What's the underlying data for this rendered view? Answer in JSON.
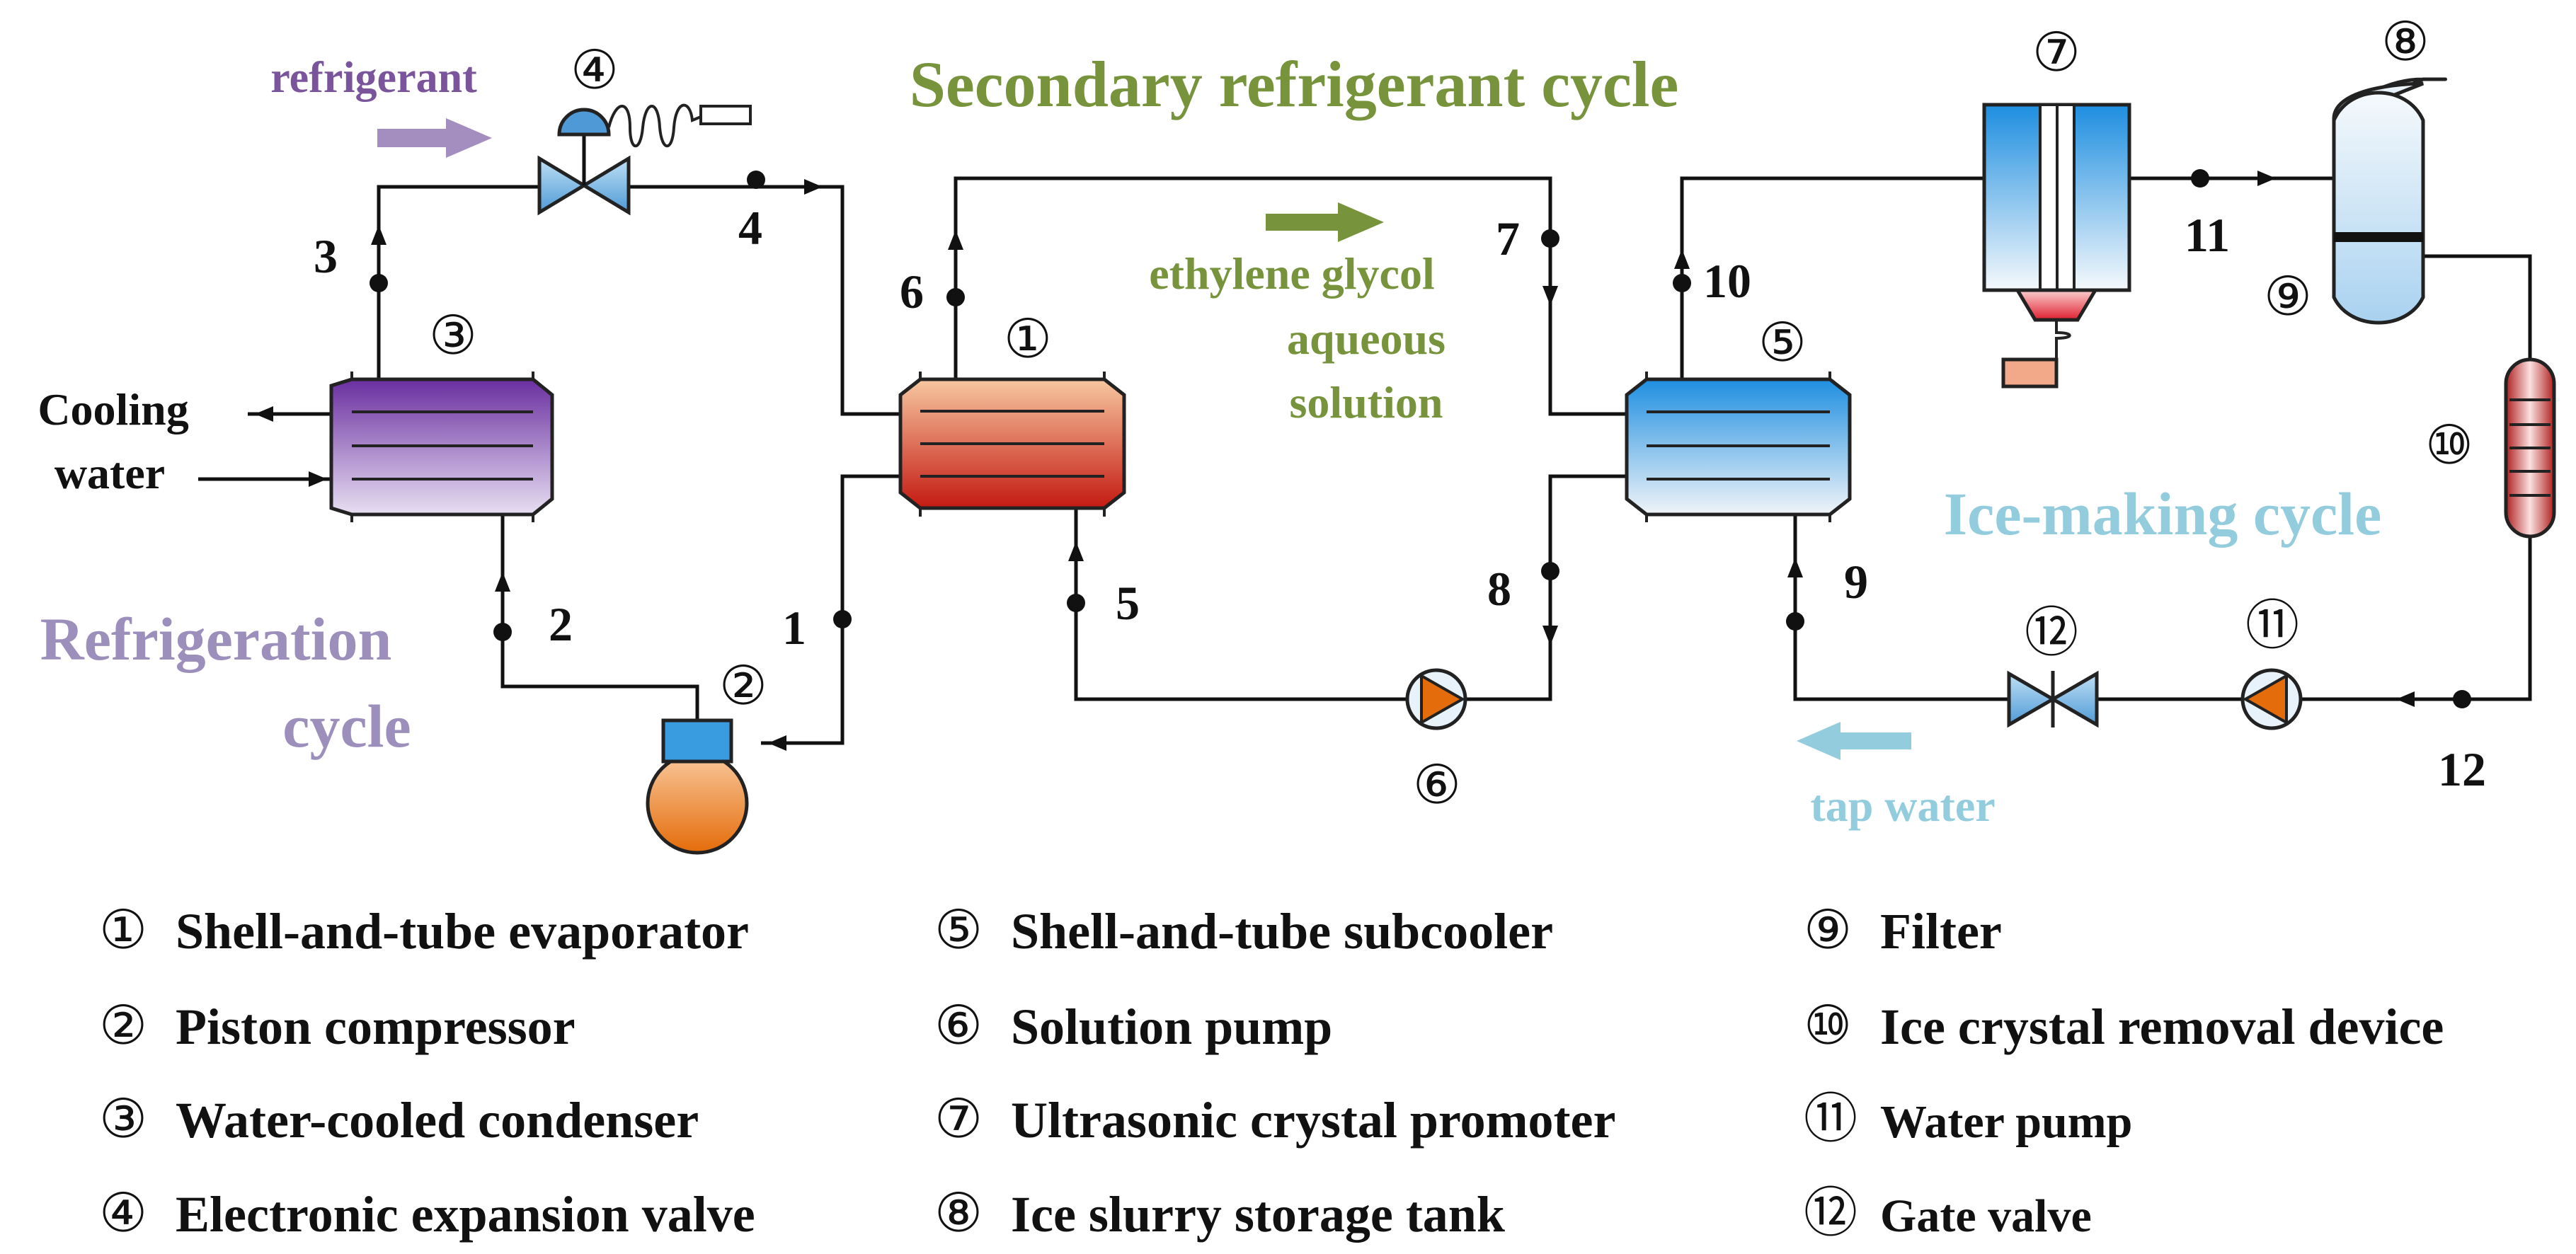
{
  "titles": {
    "secondary_cycle": "Secondary refrigerant cycle",
    "refrigeration_cycle_line1": "Refrigeration",
    "refrigeration_cycle_line2": "cycle",
    "ice_making_cycle": "Ice-making cycle"
  },
  "flow_labels": {
    "refrigerant": "refrigerant",
    "glycol_line1": "ethylene glycol",
    "glycol_line2": "aqueous",
    "glycol_line3": "solution",
    "tap_water": "tap water",
    "cooling_water_line1": "Cooling",
    "cooling_water_line2": "water"
  },
  "state_points": [
    "1",
    "2",
    "3",
    "4",
    "5",
    "6",
    "7",
    "8",
    "9",
    "10",
    "11",
    "12"
  ],
  "component_markers": [
    "①",
    "②",
    "③",
    "④",
    "⑤",
    "⑥",
    "⑦",
    "⑧",
    "⑨",
    "⑩",
    "⑪",
    "⑫"
  ],
  "legend": [
    {
      "num": "①",
      "text": "Shell-and-tube evaporator"
    },
    {
      "num": "②",
      "text": "Piston compressor"
    },
    {
      "num": "③",
      "text": "Water-cooled condenser"
    },
    {
      "num": "④",
      "text": "Electronic expansion valve"
    },
    {
      "num": "⑤",
      "text": "Shell-and-tube subcooler"
    },
    {
      "num": "⑥",
      "text": "Solution pump"
    },
    {
      "num": "⑦",
      "text": "Ultrasonic crystal promoter"
    },
    {
      "num": "⑧",
      "text": "Ice slurry storage tank"
    },
    {
      "num": "⑨",
      "text": "Filter"
    },
    {
      "num": "⑩",
      "text": "Ice crystal removal device"
    },
    {
      "num": "⑪",
      "text": "Water pump"
    },
    {
      "num": "⑫",
      "text": "Gate valve"
    }
  ],
  "colors": {
    "refrigerant": "#7b559b",
    "refrigerant_arrow": "#a48ec0",
    "secondary": "#77933c",
    "ice_making": "#93cddd",
    "refrigeration_cycle": "#9d8fbc",
    "pump_orange": "#e46c0a",
    "valve_blue": "#4f9ad6"
  }
}
